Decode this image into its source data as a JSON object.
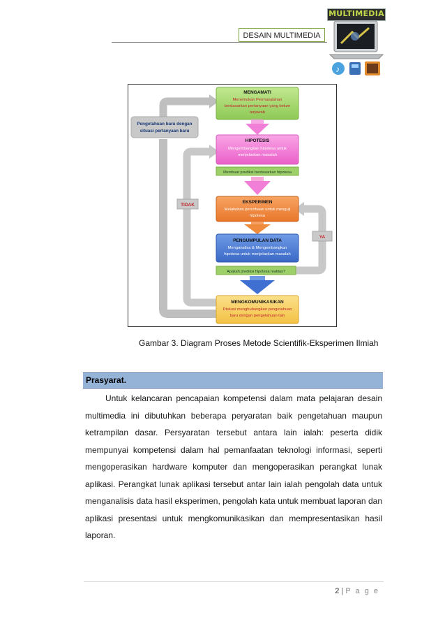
{
  "header": {
    "title": "DESAIN MULTIMEDIA",
    "logo_text": "MULTIMEDIA"
  },
  "diagram": {
    "feedback_label": [
      "Pengetahuan baru dengan",
      "situasi pertanyaan baru"
    ],
    "steps": [
      {
        "title": "MENGAMATI",
        "lines": [
          "Menemukan Permasalahan",
          "berdasarkan pertanyaan yang belum",
          "terjawab"
        ]
      },
      {
        "title": "HIPOTESIS",
        "lines": [
          "Mengembangkan hipotesa untuk",
          "menjelaskan masalah"
        ]
      },
      {
        "title": "EKSPERIMEN",
        "lines": [
          "Melakukan percobaan untuk menguji",
          "hipotesa"
        ]
      },
      {
        "title": "PENGUMPULAN DATA",
        "lines": [
          "Menganalisa & Mengembangkan",
          "hipotesa untuk menjelaskan masalah"
        ]
      },
      {
        "title": "MENGKOMUNIKASIKAN",
        "lines": [
          "Diskusi menghubungkan pengetahuan",
          "baru dengan pengetahuan lain"
        ]
      }
    ],
    "predict_bar": "Membuat prediksi berdasarkan hipotesa",
    "question_bar": "Apakah prediksi hipotesa realitas?",
    "no_label": "TIDAK",
    "yes_label": "YA",
    "colors": {
      "green": "#a6d86c",
      "magenta": "#f27fd7",
      "orange": "#f08a3c",
      "blue": "#4d7fd8",
      "yellow": "#f7cf5b",
      "gray": "#b5b5b5"
    }
  },
  "caption": "Gambar 3. Diagram Proses Metode Scientifik-Eksperimen Ilmiah",
  "section": {
    "title": "Prasyarat.",
    "paragraph": "Untuk kelancaran pencapaian kompetensi dalam mata pelajaran desain multimedia ini dibutuhkan beberapa peryaratan baik pengetahuan maupun ketrampilan dasar. Persyaratan tersebut antara lain ialah: peserta didik mempunyai kompetensi dalam hal pemanfaatan teknologi informasi, seperti mengoperasikan hardware komputer dan mengoperasikan perangkat lunak aplikasi. Perangkat lunak aplikasi tersebut antar lain ialah pengolah data untuk menganalisis data hasil eksperimen, pengolah kata untuk membuat laporan dan aplikasi presentasi untuk mengkomunikasikan dan mempresentasikan hasil laporan."
  },
  "footer": {
    "page_number": "2",
    "separator": "|",
    "page_word": "P a g e"
  }
}
